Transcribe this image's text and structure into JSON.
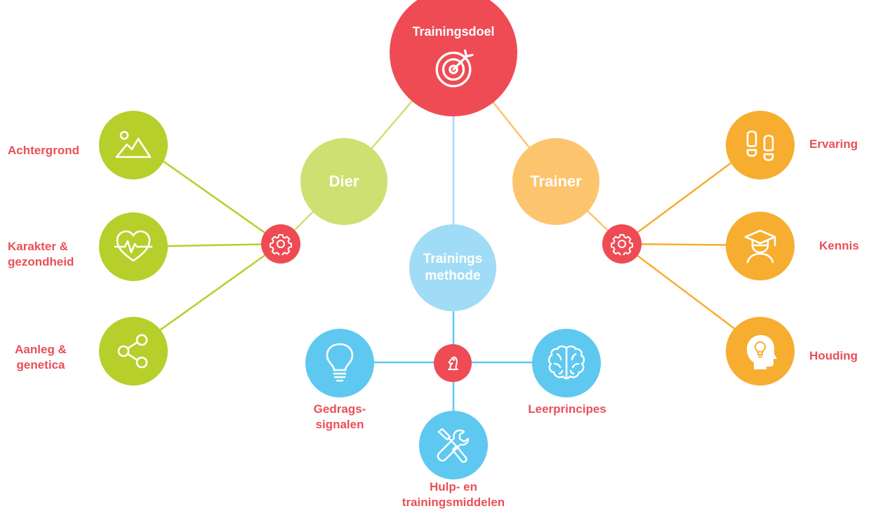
{
  "colors": {
    "red": "#ef4b55",
    "green": "#b7cf2a",
    "light_green": "#cfe072",
    "orange": "#f7ad2f",
    "light_orange": "#fdc46e",
    "blue": "#5ec8f0",
    "light_blue": "#a1dcf6",
    "label_red": "#ea4f57"
  },
  "center": {
    "title": "Trainingsdoel",
    "icon": "target-icon"
  },
  "dier": {
    "title": "Dier",
    "items": [
      {
        "label": "Achtergrond",
        "icon": "mountain-landscape-icon"
      },
      {
        "label_line1": "Karakter &",
        "label_line2": "gezondheid",
        "icon": "heart-pulse-icon"
      },
      {
        "label_line1": "Aanleg &",
        "label_line2": "genetica",
        "icon": "share-icon"
      }
    ]
  },
  "trainer": {
    "title": "Trainer",
    "items": [
      {
        "label": "Ervaring",
        "icon": "footprints-icon"
      },
      {
        "label": "Kennis",
        "icon": "graduate-icon"
      },
      {
        "label": "Houding",
        "icon": "head-lightbulb-icon"
      }
    ]
  },
  "methode": {
    "title_line1": "Trainings",
    "title_line2": "methode",
    "items": [
      {
        "label_line1": "Gedrags-",
        "label_line2": "signalen",
        "icon": "lightbulb-icon"
      },
      {
        "label": "Leerprincipes",
        "icon": "brain-icon"
      },
      {
        "label_line1": "Hulp- en",
        "label_line2": "trainingsmiddelen",
        "icon": "tools-icon"
      }
    ]
  },
  "connector_icons": [
    "gear-icon",
    "gear-icon",
    "chess-knight-icon"
  ]
}
